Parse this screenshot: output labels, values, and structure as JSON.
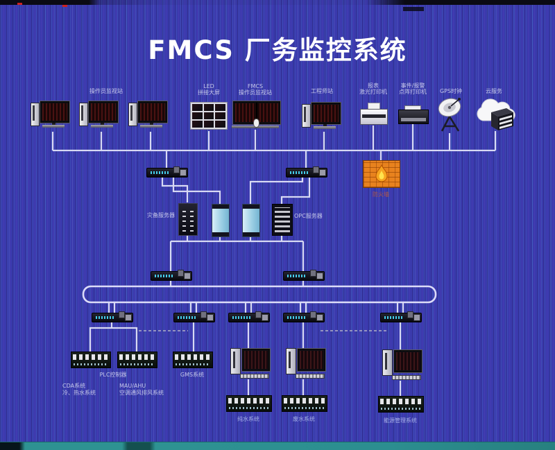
{
  "title": "FMCS 厂务监控系统",
  "colors": {
    "background": "#3a3aad",
    "wire": "#d8daf4",
    "firewall_orange": "#e8821e",
    "server_cyan": "#9ccfe4",
    "bottom_bar_teal": "#2e9292",
    "label_text": "#c6c8ea"
  },
  "top_row": {
    "operator_stations_label": "操作员监视站",
    "video_wall_label1": "LED",
    "video_wall_label2": "拼接大屏",
    "fmcs_station_label1": "FMCS",
    "fmcs_station_label2": "操作员监视站",
    "engineer_station_label": "工程师站",
    "laser_printer_label1": "报表",
    "laser_printer_label2": "激光打印机",
    "dot_matrix_printer_label1": "事件/报警",
    "dot_matrix_printer_label2": "点阵打印机",
    "gps_clock_label": "GPS时钟",
    "cloud_service_label": "云服务"
  },
  "middle": {
    "firewall_label": "防火墙",
    "backup_server_label": "灾备服务器",
    "opc_server_label": "OPC服务器"
  },
  "bottom_row": {
    "plc_controller_label": "PLC控制器",
    "gms_system_label": "GMS系统",
    "cda_line1": "CDA系统",
    "cda_line2": "冷、热水系统",
    "mau_line1": "MAU/AHU",
    "mau_line2": "空调通风排风系统",
    "pure_water_label": "纯水系统",
    "waste_water_label": "废水系统",
    "energy_mgmt_label": "能源管理系统"
  }
}
